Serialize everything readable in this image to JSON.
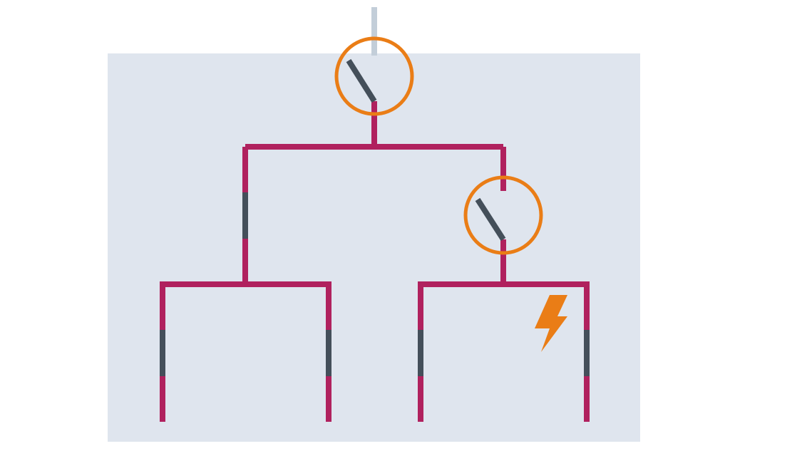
{
  "colors": {
    "background": "#ffffff",
    "panel": "#dfe5ee",
    "feed_line": "#c3ced9",
    "bus": "#b0215e",
    "insulator": "#444f5a",
    "breaker_ring": "#ea7d16",
    "fault": "#ea7d16"
  },
  "icons": {
    "main_breaker": "switch-circle-icon",
    "branch_breaker": "switch-circle-icon",
    "fault": "lightning-bolt-icon"
  },
  "breakers": {
    "main": {
      "state": "open"
    },
    "branch_right": {
      "state": "open"
    }
  },
  "fault_location": "rightmost-feeder"
}
